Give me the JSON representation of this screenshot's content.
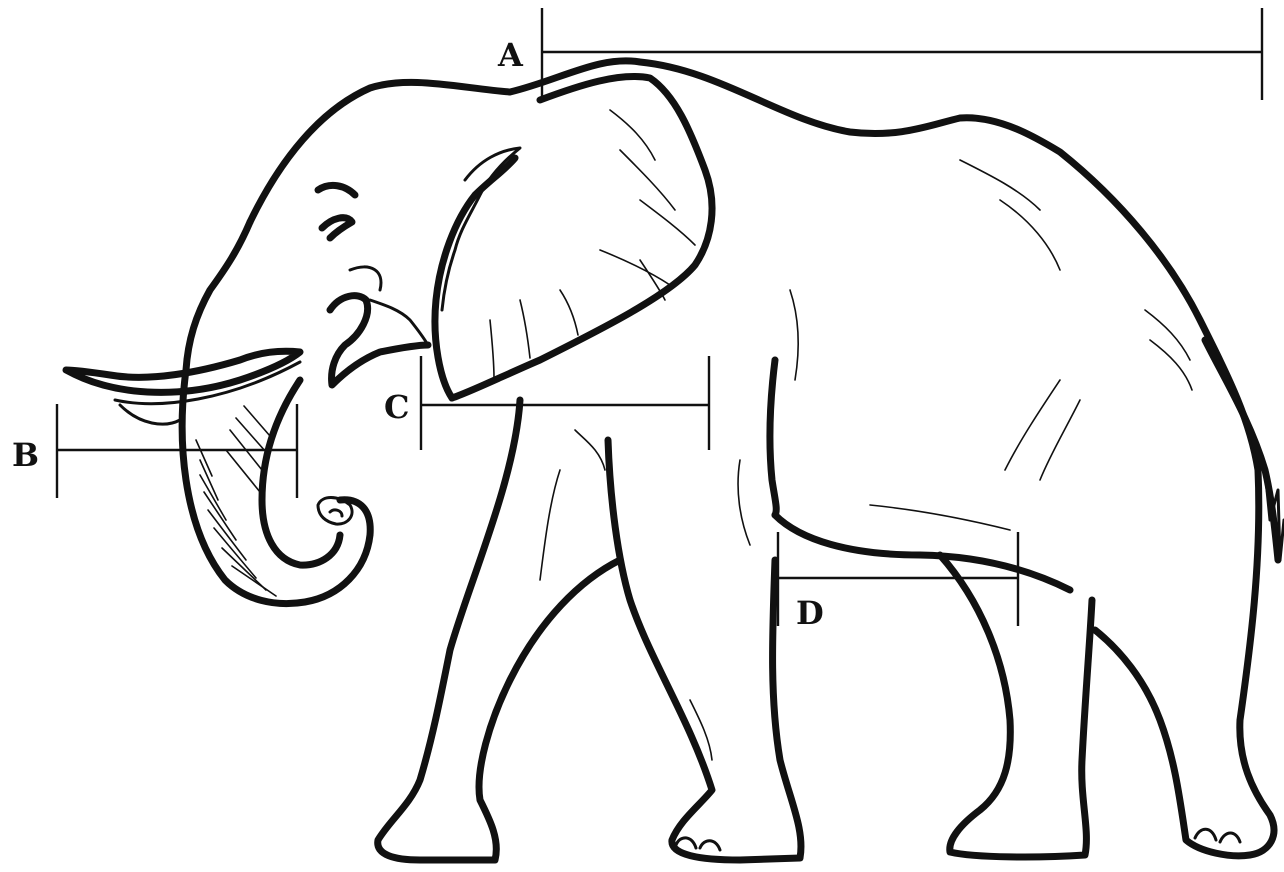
{
  "diagram": {
    "subject": "elephant",
    "line_color": "#111111",
    "background": "#ffffff",
    "measurements": [
      {
        "id": "A",
        "label": "A"
      },
      {
        "id": "B",
        "label": "B"
      },
      {
        "id": "C",
        "label": "C"
      },
      {
        "id": "D",
        "label": "D"
      }
    ]
  }
}
